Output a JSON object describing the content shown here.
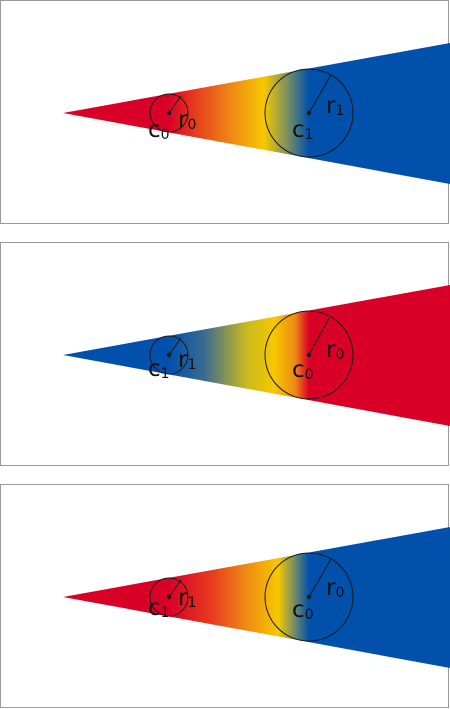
{
  "colors": {
    "red": "#d90028",
    "orange": "#ee7a16",
    "yellow": "#f8cc00",
    "blue": "#0050ac",
    "stroke": "#1a1a1a"
  },
  "panels": [
    {
      "stops": [
        [
          "0",
          "#d90028"
        ],
        [
          "0.18",
          "#e63a1e"
        ],
        [
          "0.45",
          "#ef8a14"
        ],
        [
          "0.68",
          "#f6c800"
        ],
        [
          "0.86",
          "#6f8a6a"
        ],
        [
          "1",
          "#0050ac"
        ]
      ],
      "pad_start": "#d90028",
      "pad_end": "#0050ac",
      "small_circle": {
        "radius_label": "r",
        "radius_sub": "0",
        "center_label": "c",
        "center_sub": "0"
      },
      "large_circle": {
        "radius_label": "r",
        "radius_sub": "1",
        "center_label": "c",
        "center_sub": "1"
      }
    },
    {
      "stops": [
        [
          "0",
          "#0050ac"
        ],
        [
          "0.25",
          "#3a6b90"
        ],
        [
          "0.55",
          "#c9b820"
        ],
        [
          "0.75",
          "#f6c800"
        ],
        [
          "0.9",
          "#ef8a14"
        ],
        [
          "1",
          "#d90028"
        ]
      ],
      "pad_start": "#0050ac",
      "pad_end": "#d90028",
      "small_circle": {
        "radius_label": "r",
        "radius_sub": "1",
        "center_label": "c",
        "center_sub": "1"
      },
      "large_circle": {
        "radius_label": "r",
        "radius_sub": "0",
        "center_label": "c",
        "center_sub": "0"
      }
    },
    {
      "stops": [
        [
          "0",
          "#d90028"
        ],
        [
          "0.3",
          "#e63a1e"
        ],
        [
          "0.55",
          "#ef8a14"
        ],
        [
          "0.78",
          "#f6c800"
        ],
        [
          "0.9",
          "#6f8a6a"
        ],
        [
          "1",
          "#0050ac"
        ]
      ],
      "pad_start": "#d90028",
      "pad_end": "#0050ac",
      "small_circle": {
        "radius_label": "r",
        "radius_sub": "1",
        "center_label": "c",
        "center_sub": "1"
      },
      "large_circle": {
        "radius_label": "r",
        "radius_sub": "0",
        "center_label": "c",
        "center_sub": "0"
      }
    }
  ]
}
